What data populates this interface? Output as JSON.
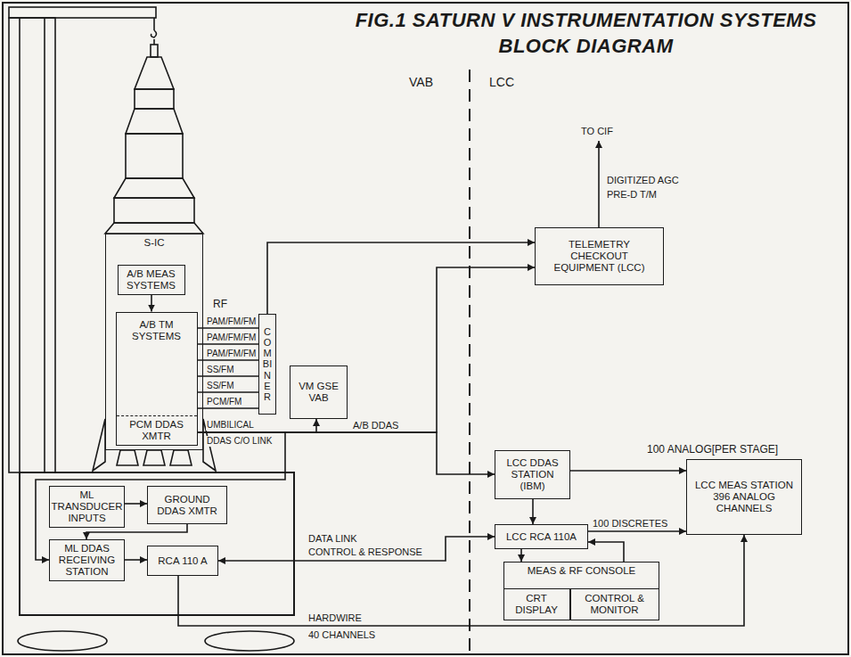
{
  "diagram": {
    "title": "FIG.1 SATURN V INSTRUMENTATION SYSTEMS BLOCK DIAGRAM",
    "nodes": [
      {
        "text": [
          "S-IC"
        ]
      },
      {
        "text": [
          "A/B MEAS SYSTEMS"
        ],
        "in": 0
      },
      {
        "text": [
          "A/B TM SYSTEMS",
          "PCM DDAS XMTR"
        ],
        "in": 0
      },
      {
        "text": [
          "COMBINER"
        ]
      },
      {
        "text": [
          "VM GSE VAB"
        ]
      },
      {
        "text": [
          "TELEMETRY CHECKOUT EQUIPMENT (LCC)"
        ]
      },
      {
        "text": [
          "LCC DDAS STATION (IBM)"
        ]
      },
      {
        "text": [
          "LCC MEAS STATION 396 ANALOG CHANNELS"
        ]
      },
      {
        "text": [
          "LCC RCA 110A"
        ]
      },
      {
        "text": [
          "MEAS & RF CONSOLE"
        ]
      },
      {
        "text": [
          "CRT DISPLAY"
        ],
        "in": 9
      },
      {
        "text": [
          "CONTROL & MONITOR"
        ],
        "in": 9
      },
      {
        "text": [
          "ML TRANSDUCER INPUTS"
        ]
      },
      {
        "text": [
          "GROUND DDAS XMTR"
        ]
      },
      {
        "text": [
          "ML DDAS RECEIVING STATION"
        ]
      },
      {
        "text": [
          "RCA 110 A"
        ]
      }
    ],
    "edges": [
      {
        "from": 1,
        "to": 2,
        "arrow": "to"
      },
      {
        "from": 2,
        "to": 3,
        "label": "PAM/FM/FM",
        "arrow": "none"
      },
      {
        "from": 2,
        "to": 3,
        "label": "PAM/FM/FM",
        "arrow": "none"
      },
      {
        "from": 2,
        "to": 3,
        "label": "PAM/FM/FM",
        "arrow": "none"
      },
      {
        "from": 2,
        "to": 3,
        "label": "SS/FM",
        "arrow": "none"
      },
      {
        "from": 2,
        "to": 3,
        "label": "SS/FM",
        "arrow": "none"
      },
      {
        "from": 2,
        "to": 3,
        "label": "PCM/FM",
        "arrow": "none"
      },
      {
        "from": 3,
        "to": 5,
        "arrow": "to"
      },
      {
        "from": 2,
        "to": 4,
        "arrow": "to"
      },
      {
        "from": 2,
        "to": 5,
        "arrow": "to"
      },
      {
        "from": 2,
        "to": 6,
        "arrow": "to"
      },
      {
        "from": 2,
        "to": 14,
        "arrow": "to"
      },
      {
        "from": 6,
        "to": 7,
        "arrow": "to"
      },
      {
        "from": 6,
        "to": 8,
        "arrow": "to"
      },
      {
        "from": 8,
        "to": 7,
        "arrow": "to"
      },
      {
        "from": 8,
        "to": 9,
        "arrow": "to"
      },
      {
        "from": 9,
        "to": 8,
        "arrow": "to"
      },
      {
        "from": 15,
        "to": 8,
        "arrow": "both"
      },
      {
        "from": 15,
        "to": 7,
        "arrow": "to"
      },
      {
        "from": 12,
        "to": 13,
        "arrow": "to"
      },
      {
        "from": 13,
        "to": 14,
        "arrow": "to"
      },
      {
        "from": 14,
        "to": 15,
        "arrow": "to"
      }
    ],
    "labels": [
      "VAB",
      "LCC",
      "RF",
      "UMBILICAL",
      "DDAS C/O LINK",
      "A/B DDAS",
      "TO CIF",
      "DIGITIZED AGC",
      "PRE-D T/M",
      "100 ANALOG[PER STAGE]",
      "100 DISCRETES",
      "DATA LINK",
      "CONTROL & RESPONSE",
      "HARDWIRE",
      "40 CHANNELS"
    ]
  }
}
